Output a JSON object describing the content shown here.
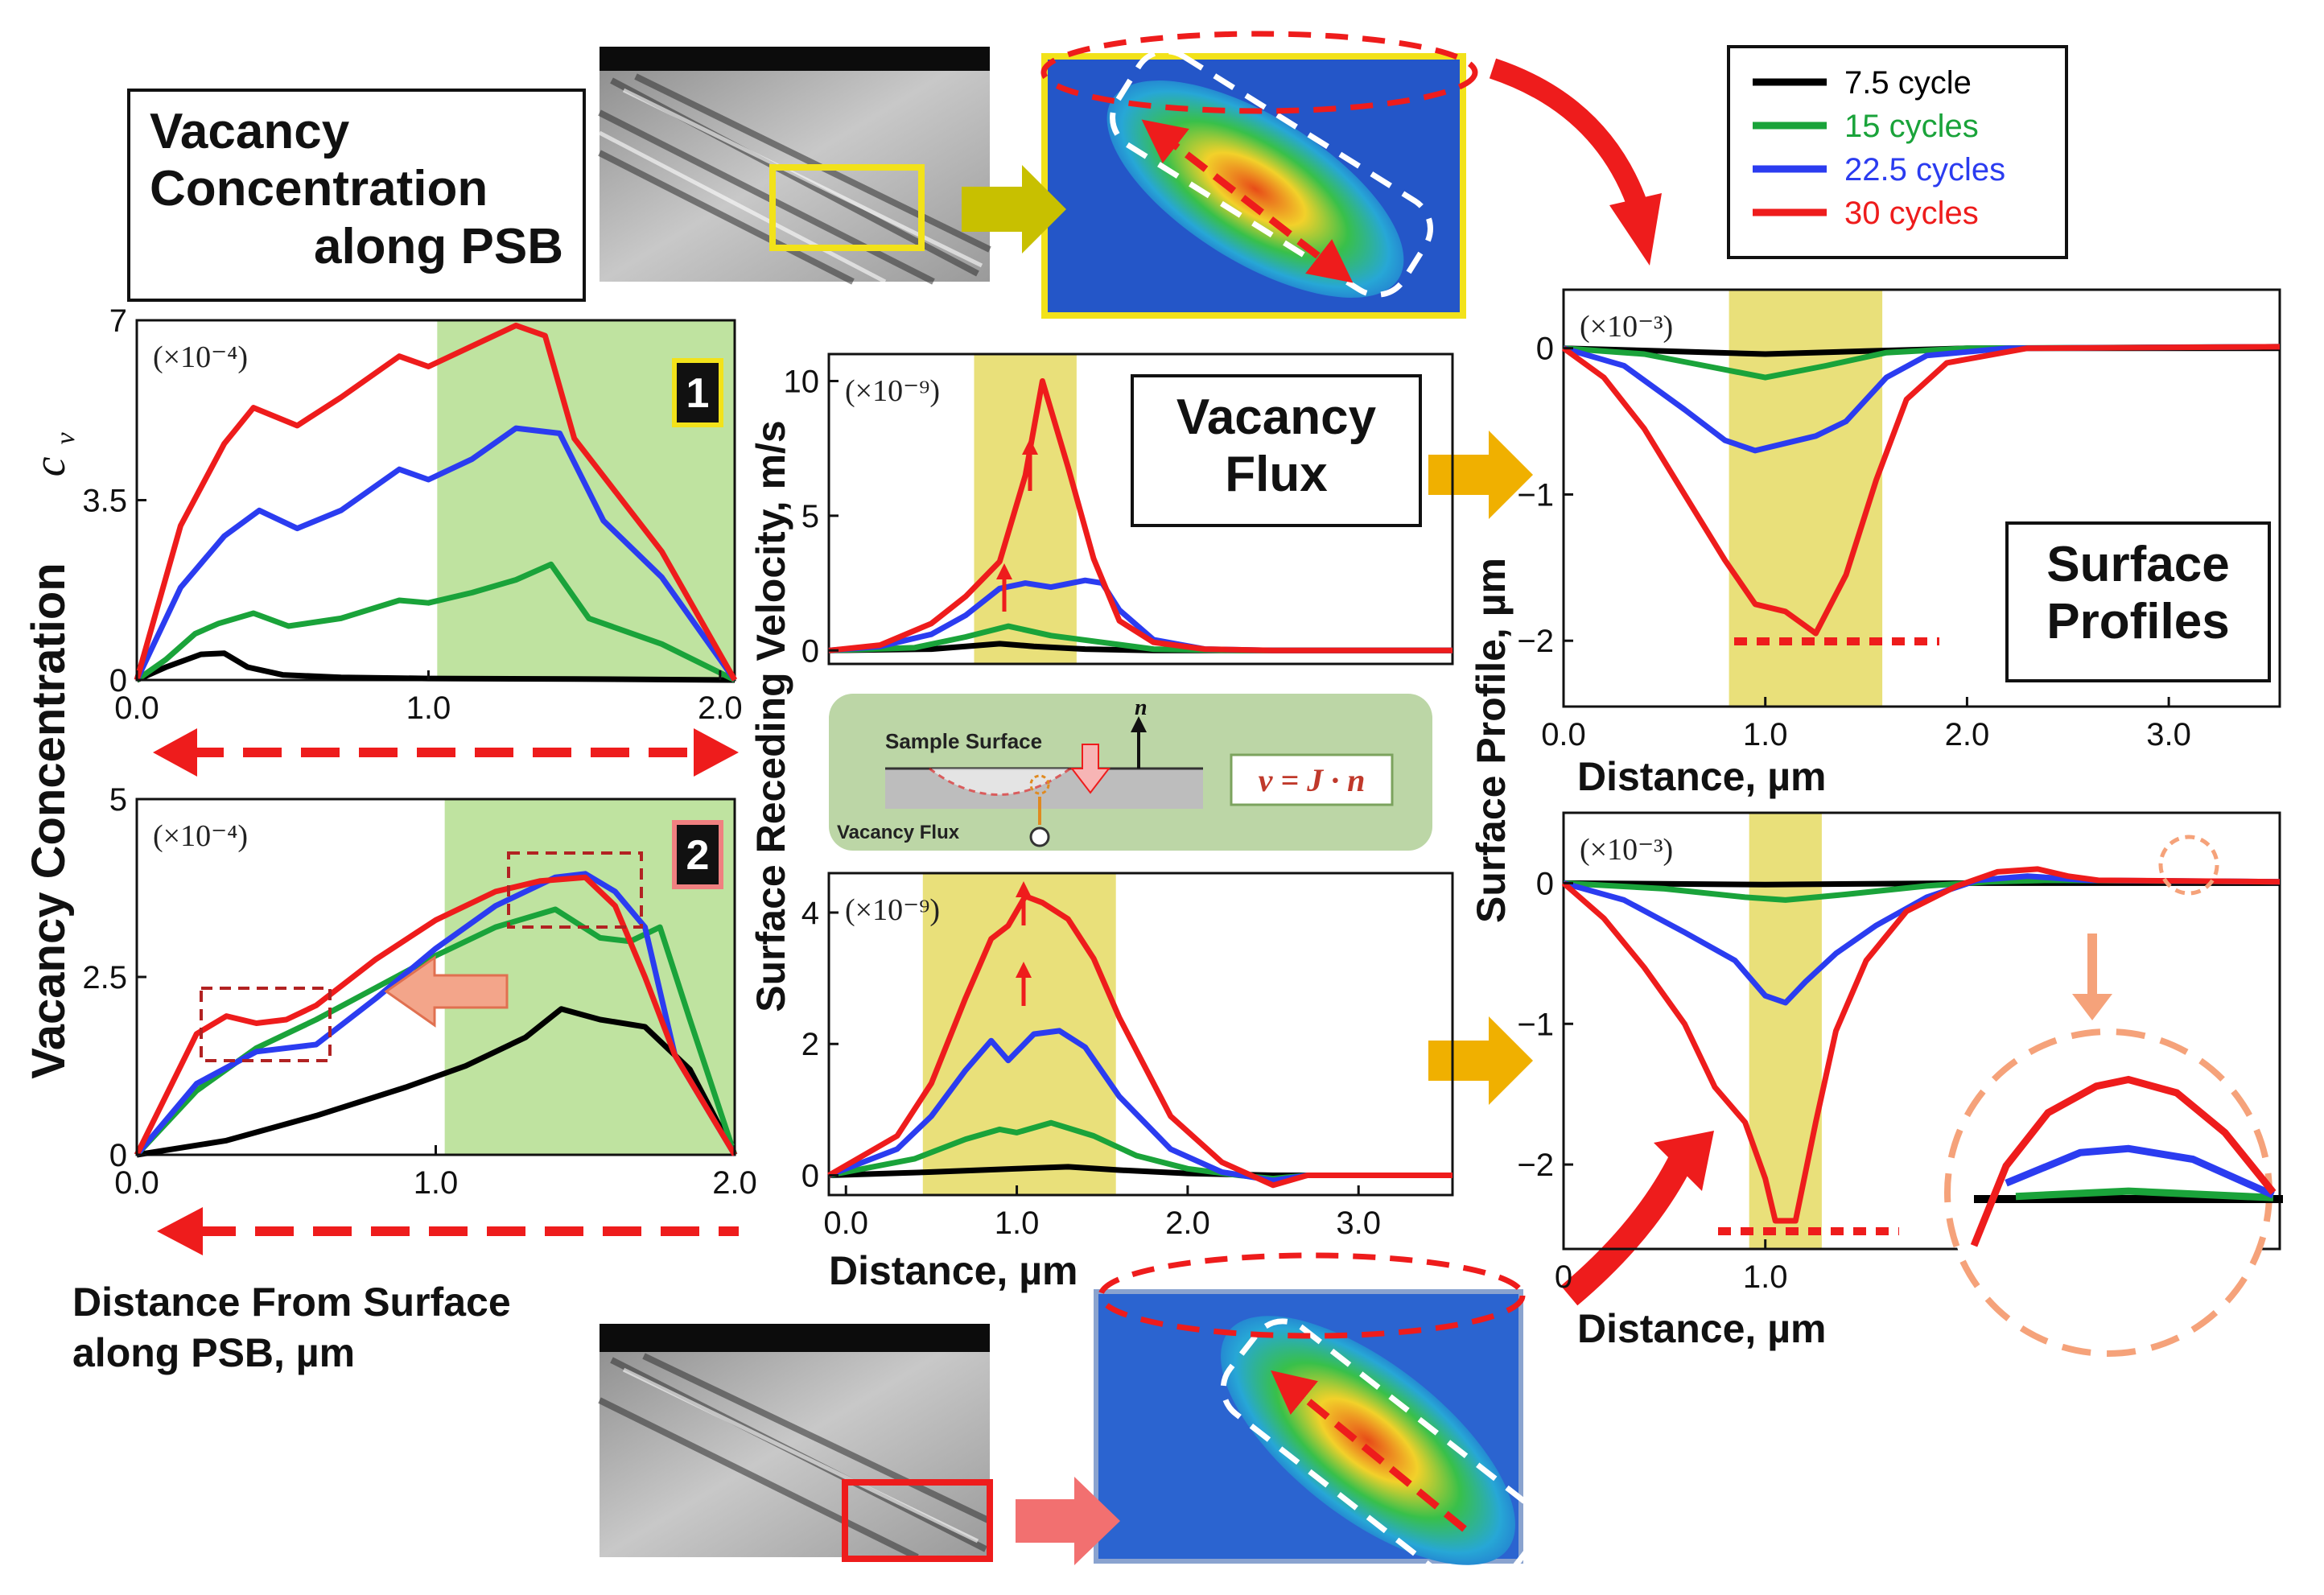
{
  "labels": {
    "box_vacancy_concentration": [
      "Vacancy",
      "Concentration",
      "along PSB"
    ],
    "box_vacancy_flux": [
      "Vacancy",
      "Flux"
    ],
    "box_surface_profiles": [
      "Surface",
      "Profiles"
    ],
    "y_axis_left": "Vacancy Concentration",
    "y_axis_left_symbol": "c",
    "y_axis_left_sub": "v",
    "y_axis_middle": "Surface Receding Velocity, m/s",
    "y_axis_right": "Surface Profile, µm",
    "x_axis_left": [
      "Distance From Surface",
      "along PSB, µm"
    ],
    "x_axis_middle": "Distance, µm",
    "x_axis_right_top": "Distance, µm",
    "x_axis_right_bottom": "Distance, µm",
    "marker_1": "1",
    "marker_2": "2",
    "inset_sample_surface": "Sample Surface",
    "inset_vacancy_flux": "Vacancy Flux",
    "inset_n": "n",
    "inset_equation": "v = J · n"
  },
  "legend": [
    {
      "label": "7.5 cycle",
      "color": "#000000"
    },
    {
      "label": "15 cycles",
      "color": "#1aa33a"
    },
    {
      "label": "22.5 cycles",
      "color": "#2b3cf0"
    },
    {
      "label": "30 cycles",
      "color": "#ee1c1c"
    }
  ],
  "colors": {
    "green_band": "#bfe3a0",
    "yellow_band": "#e9e07a",
    "arrow_red": "#ee1c1c",
    "arrow_gold": "#f0b000",
    "arrow_olive": "#c8c000",
    "arrow_salmon": "#f3a58a",
    "dash_orange": "#f5a27a"
  },
  "chart_data": [
    {
      "id": "vacancy-concentration-1",
      "type": "line",
      "multiplier": "(×10⁻⁴)",
      "xlim": [
        0,
        2.05
      ],
      "ylim": [
        0,
        7
      ],
      "xticks": [
        "0.0",
        "1.0",
        "2.0"
      ],
      "yticks": [
        "0",
        "3.5",
        "7"
      ],
      "band": [
        1.03,
        2.05
      ],
      "series": [
        {
          "name": "7.5 cycle",
          "x": [
            0,
            0.1,
            0.22,
            0.3,
            0.38,
            0.5,
            0.7,
            1.0,
            1.5,
            2.05
          ],
          "y": [
            0,
            0.25,
            0.5,
            0.52,
            0.25,
            0.1,
            0.05,
            0.03,
            0.02,
            0
          ]
        },
        {
          "name": "15 cycles",
          "x": [
            0,
            0.1,
            0.2,
            0.28,
            0.4,
            0.52,
            0.7,
            0.9,
            1.0,
            1.15,
            1.3,
            1.42,
            1.55,
            1.8,
            2.05
          ],
          "y": [
            0,
            0.4,
            0.9,
            1.1,
            1.3,
            1.05,
            1.2,
            1.55,
            1.5,
            1.7,
            1.95,
            2.25,
            1.2,
            0.7,
            0
          ]
        },
        {
          "name": "22.5 cycles",
          "x": [
            0,
            0.15,
            0.3,
            0.42,
            0.55,
            0.7,
            0.9,
            1.0,
            1.15,
            1.3,
            1.45,
            1.6,
            1.8,
            2.05
          ],
          "y": [
            0,
            1.8,
            2.8,
            3.3,
            2.95,
            3.3,
            4.1,
            3.9,
            4.3,
            4.9,
            4.8,
            3.1,
            2.0,
            0
          ]
        },
        {
          "name": "30 cycles",
          "x": [
            0,
            0.15,
            0.3,
            0.4,
            0.55,
            0.7,
            0.9,
            1.0,
            1.15,
            1.3,
            1.4,
            1.5,
            1.8,
            2.05
          ],
          "y": [
            0,
            3.0,
            4.6,
            5.3,
            4.95,
            5.5,
            6.3,
            6.1,
            6.5,
            6.9,
            6.7,
            4.7,
            2.5,
            0
          ]
        }
      ]
    },
    {
      "id": "vacancy-concentration-2",
      "type": "line",
      "multiplier": "(×10⁻⁴)",
      "xlim": [
        0,
        2.0
      ],
      "ylim": [
        0,
        5
      ],
      "xticks": [
        "0.0",
        "1.0",
        "2.0"
      ],
      "yticks": [
        "0",
        "2.5",
        "5"
      ],
      "band": [
        1.03,
        2.0
      ],
      "series": [
        {
          "name": "7.5 cycle",
          "x": [
            0,
            0.3,
            0.6,
            0.9,
            1.1,
            1.3,
            1.42,
            1.55,
            1.7,
            1.85,
            2.0
          ],
          "y": [
            0,
            0.2,
            0.55,
            0.95,
            1.25,
            1.65,
            2.05,
            1.9,
            1.8,
            1.2,
            0
          ]
        },
        {
          "name": "15 cycles",
          "x": [
            0,
            0.2,
            0.4,
            0.6,
            0.8,
            1.0,
            1.2,
            1.4,
            1.55,
            1.65,
            1.75,
            1.85,
            2.0
          ],
          "y": [
            0,
            0.9,
            1.5,
            1.9,
            2.35,
            2.8,
            3.2,
            3.45,
            3.05,
            3.0,
            3.2,
            1.9,
            0
          ]
        },
        {
          "name": "22.5 cycles",
          "x": [
            0,
            0.2,
            0.4,
            0.6,
            0.8,
            1.0,
            1.2,
            1.4,
            1.5,
            1.6,
            1.7,
            1.8,
            2.0
          ],
          "y": [
            0,
            1.0,
            1.45,
            1.55,
            2.2,
            2.9,
            3.5,
            3.9,
            3.95,
            3.7,
            3.2,
            1.4,
            0
          ]
        },
        {
          "name": "30 cycles",
          "x": [
            0,
            0.2,
            0.3,
            0.4,
            0.5,
            0.6,
            0.8,
            1.0,
            1.2,
            1.35,
            1.5,
            1.6,
            1.7,
            1.8,
            2.0
          ],
          "y": [
            0,
            1.7,
            1.95,
            1.85,
            1.9,
            2.1,
            2.75,
            3.3,
            3.7,
            3.85,
            3.9,
            3.5,
            2.5,
            1.4,
            0
          ]
        }
      ]
    },
    {
      "id": "receding-velocity-1",
      "type": "line",
      "multiplier": "(×10⁻⁹)",
      "xlim": [
        -0.1,
        3.55
      ],
      "ylim": [
        -0.5,
        11
      ],
      "xticks": [],
      "yticks": [
        "0",
        "5",
        "10"
      ],
      "ytick_values": [
        0,
        5,
        10
      ],
      "band": [
        0.75,
        1.35
      ],
      "series": [
        {
          "name": "7.5 cycle",
          "x": [
            -0.1,
            0.5,
            0.9,
            1.1,
            1.4,
            1.8,
            2.3,
            3.55
          ],
          "y": [
            0,
            0.05,
            0.25,
            0.15,
            0.05,
            0,
            0,
            0
          ]
        },
        {
          "name": "15 cycles",
          "x": [
            -0.1,
            0.4,
            0.7,
            0.95,
            1.2,
            1.5,
            1.8,
            2.3,
            3.55
          ],
          "y": [
            0,
            0.1,
            0.5,
            0.9,
            0.55,
            0.3,
            0.05,
            0,
            0
          ]
        },
        {
          "name": "22.5 cycles",
          "x": [
            -0.1,
            0.2,
            0.5,
            0.7,
            0.9,
            1.05,
            1.2,
            1.4,
            1.5,
            1.6,
            1.8,
            2.1,
            2.5,
            3.55
          ],
          "y": [
            0,
            0.15,
            0.6,
            1.3,
            2.3,
            2.5,
            2.35,
            2.6,
            2.5,
            1.5,
            0.4,
            0.05,
            0,
            0
          ]
        },
        {
          "name": "30 cycles",
          "x": [
            -0.1,
            0.2,
            0.5,
            0.7,
            0.9,
            1.05,
            1.15,
            1.3,
            1.45,
            1.6,
            1.8,
            2.1,
            2.5,
            3.55
          ],
          "y": [
            0,
            0.2,
            1.0,
            2.0,
            3.3,
            6.5,
            10.0,
            6.8,
            3.4,
            1.1,
            0.3,
            0.05,
            0,
            0
          ]
        }
      ]
    },
    {
      "id": "receding-velocity-2",
      "type": "line",
      "multiplier": "(×10⁻⁹)",
      "xlim": [
        -0.1,
        3.55
      ],
      "ylim": [
        -0.3,
        4.6
      ],
      "xticks": [
        "0.0",
        "1.0",
        "2.0",
        "3.0"
      ],
      "yticks": [
        "0",
        "2",
        "4"
      ],
      "ytick_values": [
        0,
        2,
        4
      ],
      "band": [
        0.45,
        1.58
      ],
      "series": [
        {
          "name": "7.5 cycle",
          "x": [
            -0.1,
            0.5,
            1.0,
            1.3,
            1.6,
            2.0,
            2.5,
            3.55
          ],
          "y": [
            0,
            0.05,
            0.1,
            0.13,
            0.08,
            0.03,
            0,
            0
          ]
        },
        {
          "name": "15 cycles",
          "x": [
            -0.1,
            0.4,
            0.7,
            0.9,
            1.0,
            1.2,
            1.45,
            1.7,
            2.0,
            2.3,
            2.5,
            2.7,
            3.55
          ],
          "y": [
            0,
            0.25,
            0.55,
            0.7,
            0.65,
            0.8,
            0.6,
            0.3,
            0.1,
            0,
            -0.05,
            0,
            0
          ]
        },
        {
          "name": "22.5 cycles",
          "x": [
            -0.1,
            0.3,
            0.5,
            0.7,
            0.85,
            0.95,
            1.1,
            1.25,
            1.4,
            1.6,
            1.9,
            2.2,
            2.5,
            2.7,
            3.55
          ],
          "y": [
            0,
            0.4,
            0.9,
            1.6,
            2.05,
            1.75,
            2.15,
            2.2,
            1.95,
            1.2,
            0.4,
            0.05,
            -0.08,
            0,
            0
          ]
        },
        {
          "name": "30 cycles",
          "x": [
            -0.1,
            0.3,
            0.5,
            0.7,
            0.85,
            0.95,
            1.05,
            1.15,
            1.3,
            1.45,
            1.6,
            1.9,
            2.2,
            2.5,
            2.7,
            3.55
          ],
          "y": [
            0,
            0.6,
            1.4,
            2.7,
            3.6,
            3.8,
            4.25,
            4.15,
            3.9,
            3.3,
            2.4,
            0.9,
            0.2,
            -0.15,
            0,
            0
          ]
        }
      ]
    },
    {
      "id": "surface-profile-1",
      "type": "line",
      "multiplier": "(×10⁻³)",
      "xlim": [
        0,
        3.55
      ],
      "ylim": [
        -2.45,
        0.4
      ],
      "xticks": [
        "0.0",
        "1.0",
        "2.0",
        "3.0"
      ],
      "yticks": [
        "0",
        "−1",
        "−2"
      ],
      "ytick_values": [
        0,
        -1,
        -2
      ],
      "band": [
        0.82,
        1.58
      ],
      "series": [
        {
          "name": "7.5 cycle",
          "x": [
            0,
            0.5,
            1.0,
            1.5,
            2.0,
            3.55
          ],
          "y": [
            0,
            -0.02,
            -0.04,
            -0.02,
            0,
            0
          ]
        },
        {
          "name": "15 cycles",
          "x": [
            0,
            0.4,
            0.7,
            1.0,
            1.3,
            1.6,
            2.0,
            3.55
          ],
          "y": [
            0,
            -0.04,
            -0.12,
            -0.2,
            -0.12,
            -0.03,
            0,
            0.01
          ]
        },
        {
          "name": "22.5 cycles",
          "x": [
            0,
            0.3,
            0.6,
            0.8,
            0.95,
            1.1,
            1.25,
            1.4,
            1.6,
            1.8,
            2.2,
            3.55
          ],
          "y": [
            0,
            -0.12,
            -0.42,
            -0.63,
            -0.7,
            -0.65,
            -0.6,
            -0.5,
            -0.2,
            -0.05,
            0,
            0.01
          ]
        },
        {
          "name": "30 cycles",
          "x": [
            0,
            0.2,
            0.4,
            0.6,
            0.8,
            0.95,
            1.1,
            1.25,
            1.4,
            1.55,
            1.7,
            1.9,
            2.3,
            3.55
          ],
          "y": [
            0,
            -0.2,
            -0.55,
            -1.0,
            -1.45,
            -1.75,
            -1.8,
            -1.95,
            -1.55,
            -0.9,
            -0.35,
            -0.1,
            0,
            0.01
          ]
        }
      ]
    },
    {
      "id": "surface-profile-2",
      "type": "line",
      "multiplier": "(×10⁻³)",
      "xlim": [
        0,
        3.55
      ],
      "ylim": [
        -2.6,
        0.5
      ],
      "xticks": [
        "0",
        "1.0"
      ],
      "xtick_values": [
        0,
        1.0
      ],
      "yticks": [
        "0",
        "−1",
        "−2"
      ],
      "ytick_values": [
        0,
        -1,
        -2
      ],
      "band": [
        0.92,
        1.28
      ],
      "series": [
        {
          "name": "7.5 cycle",
          "x": [
            0,
            1.0,
            2.0,
            3.55
          ],
          "y": [
            0,
            -0.01,
            0,
            0
          ]
        },
        {
          "name": "15 cycles",
          "x": [
            0,
            0.5,
            0.9,
            1.1,
            1.4,
            1.8,
            2.1,
            2.4,
            3.55
          ],
          "y": [
            0,
            -0.04,
            -0.1,
            -0.12,
            -0.08,
            -0.02,
            0.01,
            0.02,
            0.01
          ]
        },
        {
          "name": "22.5 cycles",
          "x": [
            0,
            0.3,
            0.6,
            0.85,
            1.0,
            1.1,
            1.2,
            1.35,
            1.55,
            1.8,
            2.05,
            2.3,
            2.6,
            3.55
          ],
          "y": [
            0,
            -0.12,
            -0.35,
            -0.55,
            -0.8,
            -0.85,
            -0.7,
            -0.5,
            -0.3,
            -0.1,
            0.02,
            0.05,
            0.02,
            0.01
          ]
        },
        {
          "name": "30 cycles",
          "x": [
            0,
            0.2,
            0.4,
            0.6,
            0.75,
            0.9,
            1.0,
            1.05,
            1.15,
            1.25,
            1.35,
            1.5,
            1.7,
            1.95,
            2.15,
            2.35,
            2.5,
            2.65,
            3.55
          ],
          "y": [
            0,
            -0.25,
            -0.6,
            -1.0,
            -1.45,
            -1.7,
            -2.1,
            -2.4,
            -2.4,
            -1.7,
            -1.05,
            -0.55,
            -0.2,
            -0.02,
            0.08,
            0.1,
            0.05,
            0.02,
            0.01
          ]
        }
      ]
    },
    {
      "id": "zoom-inset",
      "type": "line",
      "xlim": [
        0,
        1
      ],
      "ylim": [
        -0.2,
        1
      ],
      "series": [
        {
          "name": "7.5 cycle",
          "x": [
            0.02,
            0.98
          ],
          "y": [
            0,
            0
          ]
        },
        {
          "name": "15 cycles",
          "x": [
            0.15,
            0.5,
            0.95
          ],
          "y": [
            0.02,
            0.06,
            0.01
          ]
        },
        {
          "name": "22.5 cycles",
          "x": [
            0.12,
            0.35,
            0.5,
            0.7,
            0.95
          ],
          "y": [
            0.12,
            0.35,
            0.38,
            0.3,
            0.03
          ]
        },
        {
          "name": "30 cycles",
          "x": [
            0.02,
            0.12,
            0.25,
            0.4,
            0.5,
            0.65,
            0.8,
            0.95
          ],
          "y": [
            -0.35,
            0.25,
            0.65,
            0.85,
            0.9,
            0.8,
            0.5,
            0.05
          ]
        }
      ]
    }
  ]
}
